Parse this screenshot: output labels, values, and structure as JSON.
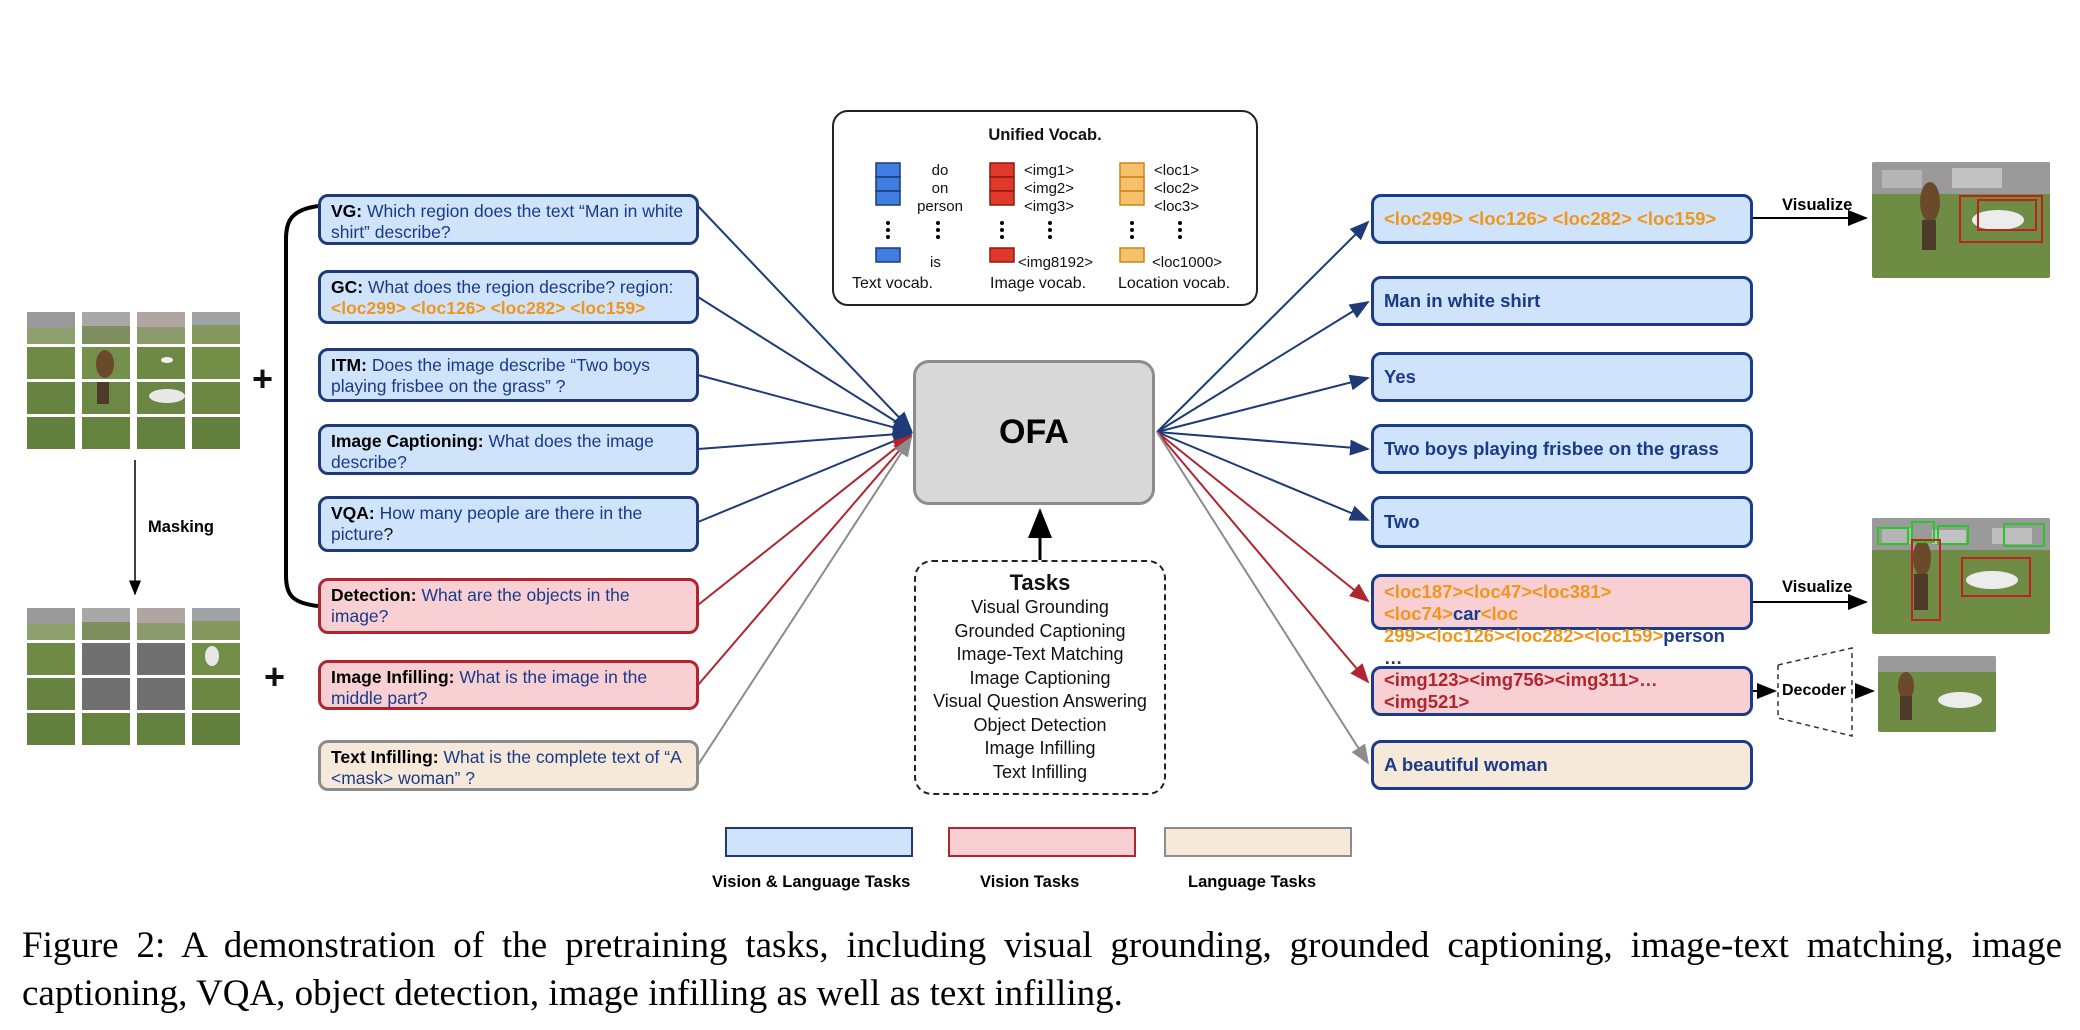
{
  "vocab": {
    "title": "Unified Vocab.",
    "text_items": [
      "do",
      "on",
      "person"
    ],
    "text_last": "is",
    "image_items": [
      "<img1>",
      "<img2>",
      "<img3>"
    ],
    "image_last": "<img8192>",
    "loc_items": [
      "<loc1>",
      "<loc2>",
      "<loc3>"
    ],
    "loc_last": "<loc1000>",
    "text_label": "Text vocab.",
    "image_label": "Image vocab.",
    "loc_label": "Location vocab.",
    "colors": {
      "text": "#3f7de0",
      "image": "#e0392b",
      "loc": "#f6c16a"
    }
  },
  "model_name": "OFA",
  "inputs": [
    {
      "tag": "VG:",
      "text": "Which region does the text “Man in white shirt” describe?",
      "kind": "vision-language"
    },
    {
      "tag": "GC:",
      "text": "What does the region describe? region:",
      "extra": "<loc299> <loc126> <loc282> <loc159>",
      "kind": "vision-language"
    },
    {
      "tag": "ITM:",
      "text": "Does the image describe “Two boys playing frisbee on the grass” ?",
      "kind": "vision-language"
    },
    {
      "tag": "Image Captioning:",
      "text": "What does the image describe?",
      "kind": "vision-language"
    },
    {
      "tag": "VQA:",
      "text": "How many people are there in the picture",
      "suffix": "?",
      "kind": "vision-language"
    },
    {
      "tag": "Detection:",
      "text": "What are the objects in the image?",
      "kind": "vision"
    },
    {
      "tag": "Image Infilling:",
      "text": "What is the image in the middle part?",
      "kind": "vision"
    },
    {
      "tag": "Text Infilling:",
      "text": "What is the complete text of “A <mask> woman” ?",
      "kind": "language"
    }
  ],
  "outputs": {
    "vg": "<loc299> <loc126> <loc282> <loc159>",
    "gc": "Man in white shirt",
    "itm": "Yes",
    "cap": "Two boys playing frisbee on the grass",
    "vqa": "Two",
    "det_a": "<loc187><loc47><loc381><loc74>",
    "det_b": "car",
    "det_c": "<loc",
    "det_d": "299><loc126><loc282><loc159>",
    "det_e": "person …",
    "infill": "<img123><img756><img311>…<img521>",
    "text": "A beautiful woman"
  },
  "visualize_label": "Visualize",
  "decoder_label": "Decoder",
  "masking_label": "Masking",
  "plus": "+",
  "tasks": {
    "title": "Tasks",
    "items": [
      "Visual Grounding",
      "Grounded Captioning",
      "Image-Text Matching",
      "Image Captioning",
      "Visual Question Answering",
      "Object Detection",
      "Image Infilling",
      "Text Infilling"
    ]
  },
  "legend": [
    {
      "label": "Vision & Language Tasks",
      "fill": "#cfe3fa",
      "stroke": "#1f3a78"
    },
    {
      "label": "Vision Tasks",
      "fill": "#f8d0d3",
      "stroke": "#b0252f"
    },
    {
      "label": "Language Tasks",
      "fill": "#f6e9da",
      "stroke": "#8c8c8c"
    }
  ],
  "caption": "Figure 2: A demonstration of the pretraining tasks, including visual grounding, grounded captioning, image-text matching, image captioning, VQA, object detection, image infilling as well as text infilling.",
  "colors": {
    "vl_arrow": "#1f3a78",
    "vision_arrow": "#b0252f",
    "lang_arrow": "#8c8c8c",
    "loc_token": "#f0961c"
  }
}
